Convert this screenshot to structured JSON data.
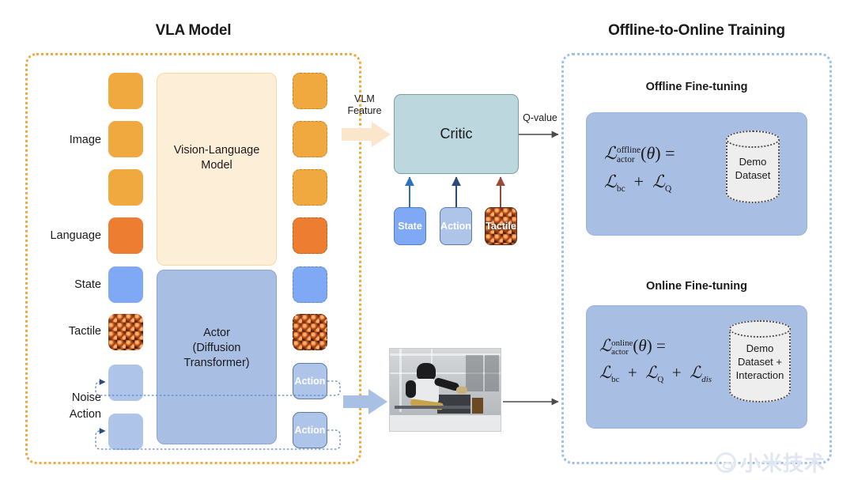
{
  "headers": {
    "left_panel_title": "VLA Model",
    "right_panel_title": "Offline-to-Online Training"
  },
  "vla": {
    "input_labels": [
      "Image",
      "Language",
      "State",
      "Tactile",
      "Noise\nAction"
    ],
    "image_label": "Image",
    "language_label": "Language",
    "state_label": "State",
    "tactile_label": "Tactile",
    "noise_action_label_line1": "Noise",
    "noise_action_label_line2": "Action",
    "vlm_block_line1": "Vision-Language",
    "vlm_block_line2": "Model",
    "actor_block_line1": "Actor",
    "actor_block_line2": "(Diffusion",
    "actor_block_line3": "Transformer)",
    "action_chip_1": "Action",
    "action_chip_2": "Action",
    "input_tokens": [
      {
        "name": "image-token-1",
        "kind": "image"
      },
      {
        "name": "image-token-2",
        "kind": "image"
      },
      {
        "name": "image-token-3",
        "kind": "image"
      },
      {
        "name": "language-token",
        "kind": "language"
      },
      {
        "name": "state-token",
        "kind": "state"
      },
      {
        "name": "tactile-token",
        "kind": "tactile"
      },
      {
        "name": "noise-token-1",
        "kind": "noise"
      },
      {
        "name": "noise-token-2",
        "kind": "noise"
      }
    ]
  },
  "critic": {
    "title": "Critic",
    "vlm_feature_label_line1": "VLM",
    "vlm_feature_label_line2": "Feature",
    "q_value_label": "Q-value",
    "inputs": [
      {
        "label": "State",
        "kind": "state"
      },
      {
        "label": "Action",
        "kind": "action"
      },
      {
        "label": "Tactile",
        "kind": "tactile"
      }
    ]
  },
  "training": {
    "offline": {
      "title": "Offline Fine-tuning",
      "formula_line1": "L^offline_actor (θ) =",
      "formula_line2": "L_bc + L_Q",
      "dataset_line1": "Demo",
      "dataset_line2": "Dataset"
    },
    "online": {
      "title": "Online Fine-tuning",
      "formula_line1": "L^online_actor (θ) =",
      "formula_line2": "L_bc + L_Q + L_dis",
      "dataset_line1": "Demo",
      "dataset_line2": "Dataset +",
      "dataset_line3": "Interaction"
    }
  },
  "robot_photo": {
    "caption": "humanoid robot working at an industrial workstation"
  },
  "watermark": {
    "text": "小米技术"
  },
  "colors": {
    "orange_dotted_border": "#f0a93f",
    "blue_dotted_border": "#9cc0e8",
    "image_token": "#f0a93f",
    "language_token": "#ed7d31",
    "state_token": "#7fa9f5",
    "noise_token": "#aec4e8",
    "vlm_block": "#fdeed8",
    "actor_block": "#a8bee3",
    "critic_block": "#bcd7dd",
    "loss_card": "#a8bee3"
  }
}
